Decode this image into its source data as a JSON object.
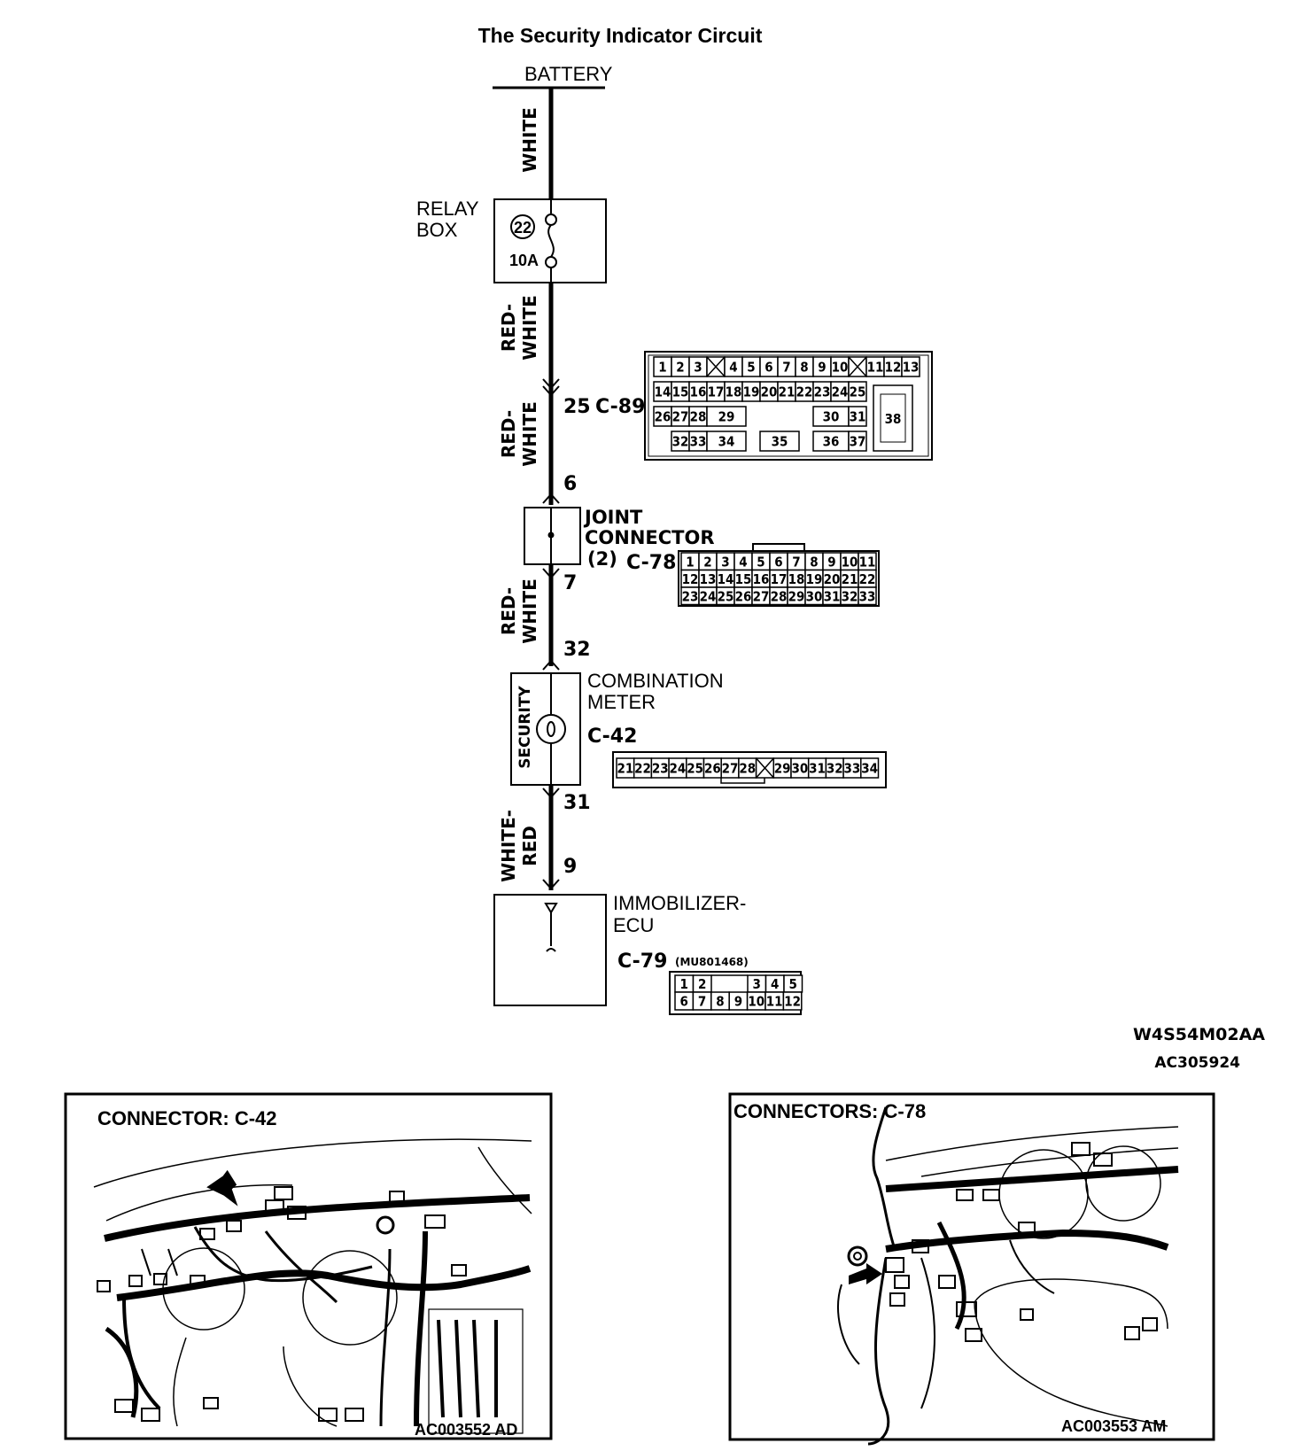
{
  "title": "The Security Indicator Circuit",
  "battery": {
    "label": "BATTERY"
  },
  "wires": [
    {
      "color": "WHITE"
    },
    {
      "color_line1": "RED-",
      "color_line2": "WHITE"
    },
    {
      "color_line1": "RED-",
      "color_line2": "WHITE"
    },
    {
      "color_line1": "RED-",
      "color_line2": "WHITE"
    },
    {
      "color_line1": "WHITE-",
      "color_line2": "RED"
    }
  ],
  "relay_box": {
    "label_line1": "RELAY",
    "label_line2": "BOX",
    "fuse_number": "22",
    "fuse_rating": "10A"
  },
  "terminals": {
    "c89_pin": "25",
    "c89_id": "C-89",
    "jc_in": "6",
    "jc_out": "7",
    "meter_in": "32",
    "meter_out": "31",
    "ecu_in": "9"
  },
  "joint_connector": {
    "label_line1": "JOINT",
    "label_line2": "CONNECTOR",
    "number": "(2)",
    "connector_id": "C-78"
  },
  "combination_meter": {
    "label_line1": "COMBINATION",
    "label_line2": "METER",
    "indicator": "SECURITY",
    "connector_id": "C-42"
  },
  "immobilizer_ecu": {
    "label_line1": "IMMOBILIZER-",
    "label_line2": "ECU",
    "connector_id": "C-79",
    "connector_color_code": "(MU801468)"
  },
  "connector_c89": {
    "row1": [
      "1",
      "2",
      "3",
      "",
      "4",
      "5",
      "6",
      "7",
      "8",
      "9",
      "10",
      "",
      "11",
      "12",
      "13"
    ],
    "row2": [
      "14",
      "15",
      "16",
      "17",
      "18",
      "19",
      "20",
      "21",
      "22",
      "23",
      "24",
      "25"
    ],
    "row3": [
      "26",
      "27",
      "28",
      "29",
      "30",
      "31"
    ],
    "row4": [
      "32",
      "33",
      "34",
      "35",
      "36",
      "37"
    ],
    "big": "38"
  },
  "connector_c78": {
    "row1": [
      "1",
      "2",
      "3",
      "4",
      "5",
      "6",
      "7",
      "8",
      "9",
      "10",
      "11"
    ],
    "row2": [
      "12",
      "13",
      "14",
      "15",
      "16",
      "17",
      "18",
      "19",
      "20",
      "21",
      "22"
    ],
    "row3": [
      "23",
      "24",
      "25",
      "26",
      "27",
      "28",
      "29",
      "30",
      "31",
      "32",
      "33"
    ]
  },
  "connector_c42": {
    "row1": [
      "21",
      "22",
      "23",
      "24",
      "25",
      "26",
      "27",
      "28",
      "",
      "29",
      "30",
      "31",
      "32",
      "33",
      "34"
    ]
  },
  "connector_c79": {
    "row1": [
      "1",
      "2",
      "",
      "",
      "3",
      "4",
      "5"
    ],
    "row2": [
      "6",
      "7",
      "8",
      "9",
      "10",
      "11",
      "12"
    ]
  },
  "diagram_code": "W4S54M02AA",
  "figure_code": "AC305924",
  "location_c42": {
    "title": "CONNECTOR: C-42",
    "image_code": "AC003552 AD"
  },
  "location_c78": {
    "title": "CONNECTORS: C-78",
    "image_code": "AC003553 AM"
  },
  "colors": {
    "line": "#000000",
    "background": "#ffffff"
  }
}
